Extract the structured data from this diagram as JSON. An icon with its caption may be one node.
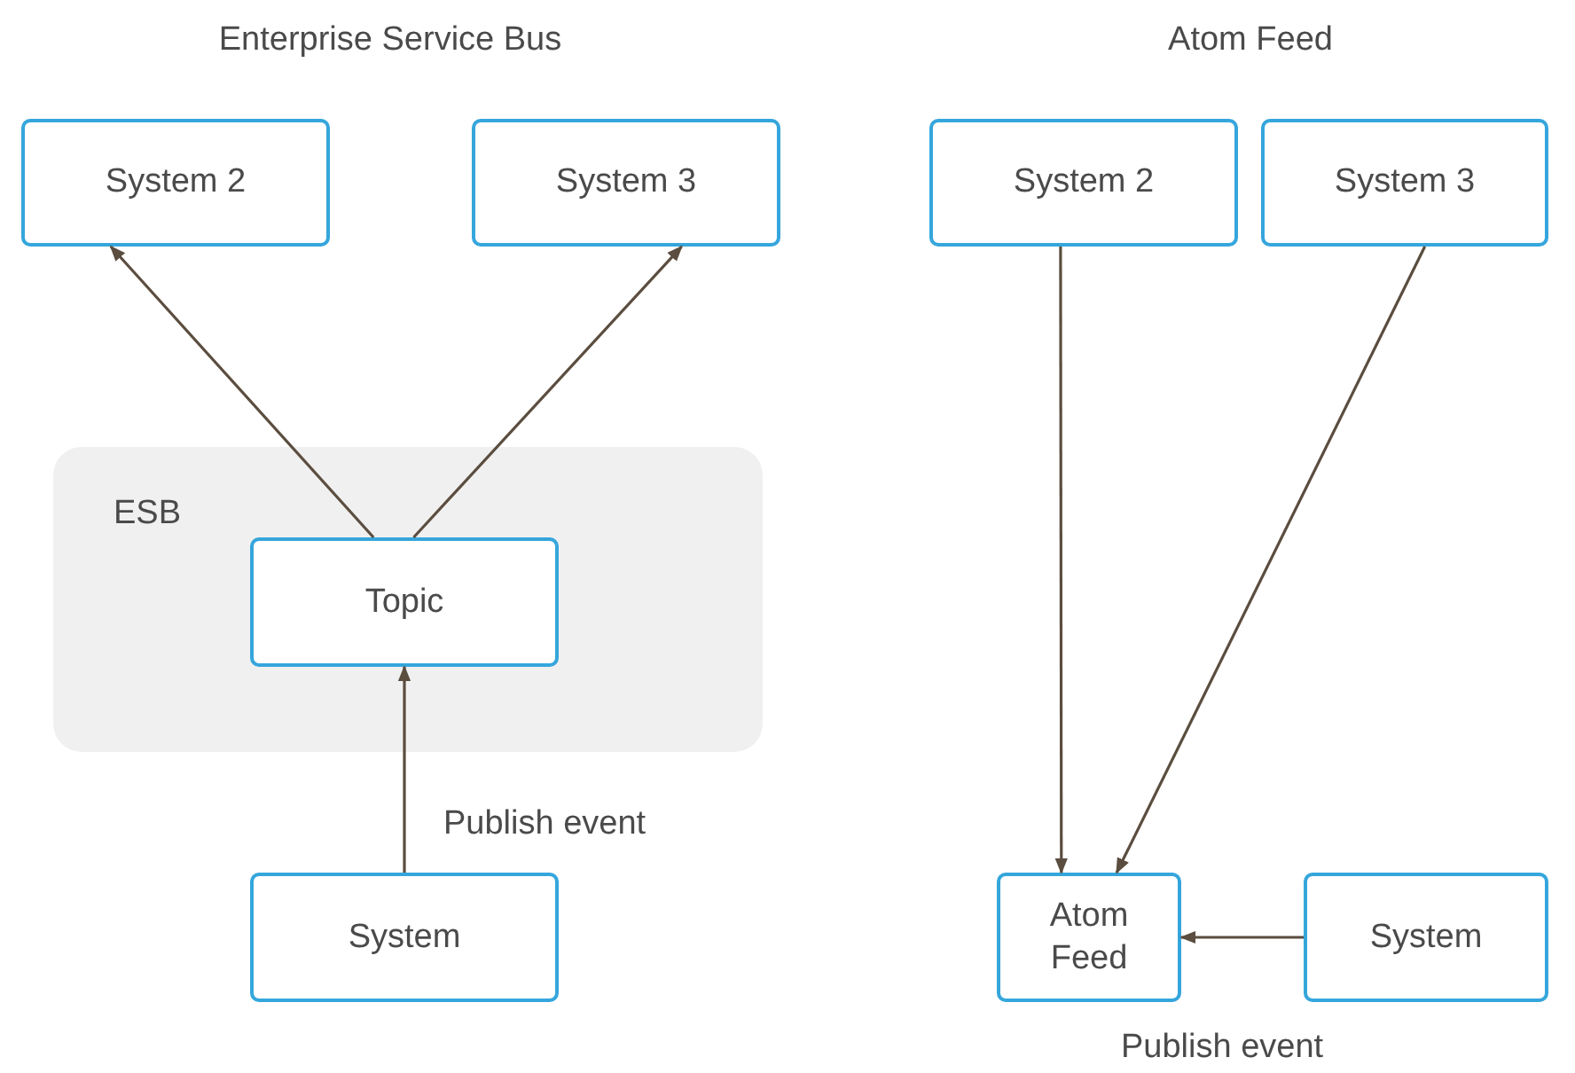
{
  "diagram": {
    "nodes": [
      {
        "text": [
          "System 2"
        ]
      },
      {
        "text": [
          "System 3"
        ]
      },
      {
        "text": [
          "ESB"
        ]
      },
      {
        "text": [
          "Topic"
        ],
        "in": 2
      },
      {
        "text": [
          "System"
        ]
      },
      {
        "text": [
          "System 2"
        ]
      },
      {
        "text": [
          "System 3"
        ]
      },
      {
        "text": [
          "Atom Feed"
        ]
      },
      {
        "text": [
          "System"
        ]
      }
    ],
    "edges": [
      {
        "from": 3,
        "to": 0,
        "arrow": "to"
      },
      {
        "from": 3,
        "to": 1,
        "arrow": "to"
      },
      {
        "from": 4,
        "to": 3,
        "arrow": "to",
        "label": "Publish event"
      },
      {
        "from": 5,
        "to": 7,
        "arrow": "to"
      },
      {
        "from": 6,
        "to": 7,
        "arrow": "to"
      },
      {
        "from": 8,
        "to": 7,
        "arrow": "to",
        "label": "Publish event"
      }
    ],
    "labels": [
      "Enterprise Service Bus",
      "Atom Feed"
    ]
  }
}
